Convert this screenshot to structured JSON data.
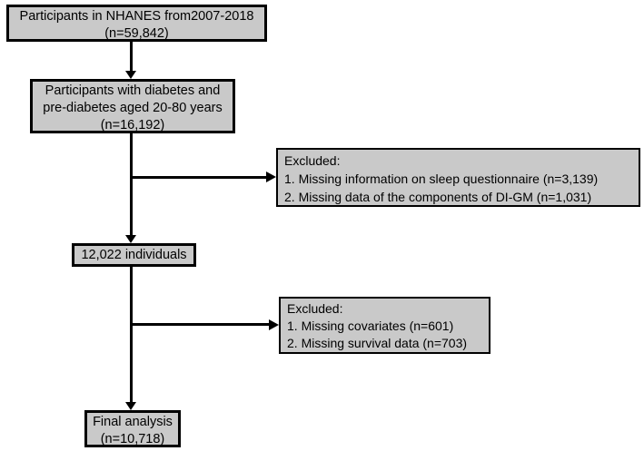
{
  "colors": {
    "page_background": "#ffffff",
    "box_fill": "#c9c9c9",
    "box_border": "#000000",
    "connector": "#000000",
    "text": "#000000"
  },
  "flow": {
    "nodes": [
      {
        "id": "participants-nhanes",
        "lines": [
          "Participants in NHANES from2007-2018",
          "(n=59,842)"
        ]
      },
      {
        "id": "diabetes-prediabetes",
        "lines": [
          "Participants with diabetes and",
          "pre-diabetes aged 20-80 years",
          "(n=16,192)"
        ]
      },
      {
        "id": "excluded-sleep-digm",
        "lines": [
          "Excluded:",
          "1. Missing information on sleep questionnaire (n=3,139)",
          "2. Missing data of the components of DI-GM (n=1,031)"
        ]
      },
      {
        "id": "individuals-12022",
        "lines": [
          "12,022 individuals"
        ]
      },
      {
        "id": "excluded-covariates-survival",
        "lines": [
          "Excluded:",
          "1. Missing covariates  (n=601)",
          "2. Missing survival data (n=703)"
        ]
      },
      {
        "id": "final-analysis",
        "lines": [
          "Final analysis",
          "(n=10,718)"
        ]
      }
    ]
  }
}
